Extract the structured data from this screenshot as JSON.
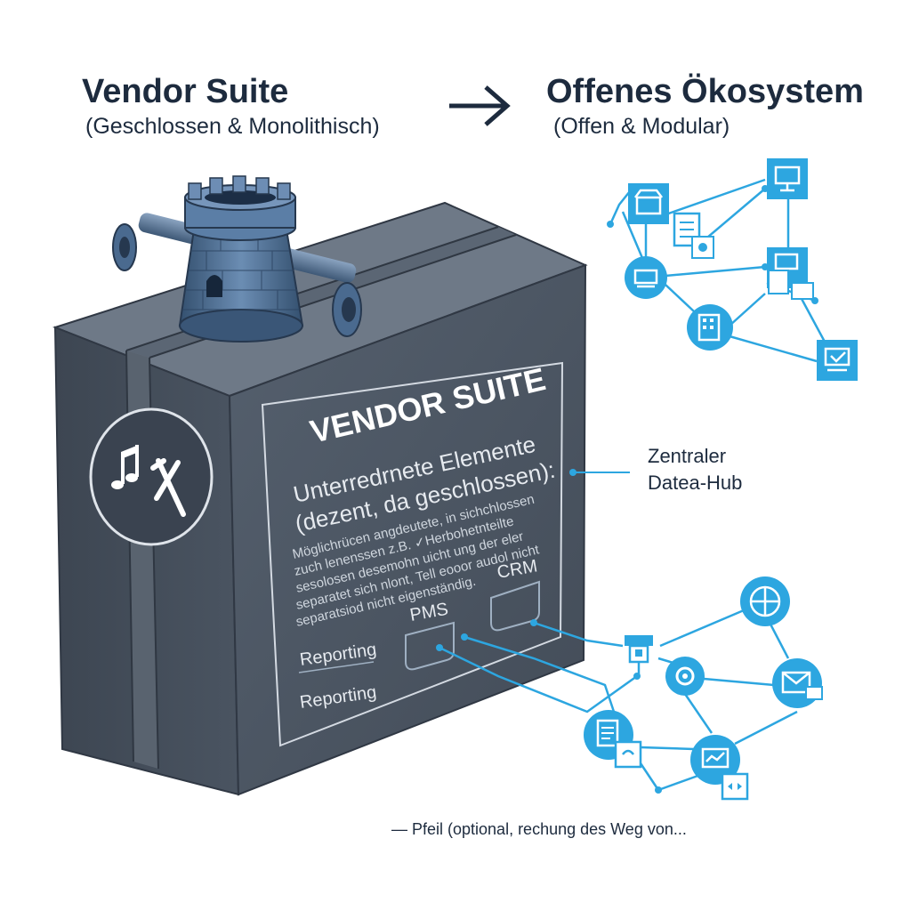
{
  "header": {
    "left_title": "Vendor Suite",
    "left_subtitle": "(Geschlossen & Monolithisch)",
    "right_title": "Offenes Ökosystem",
    "right_subtitle": "(Offen & Modular)"
  },
  "box": {
    "title": "VENDOR SUITE",
    "subtitle_line1": "Unterredrnete Elemente",
    "subtitle_line2": "(dezent, da geschlossen):",
    "desc_lines": [
      "Möglichrücen angdeutete, in sichchlossen",
      "zuch lenenssen z.B. ✓Herbohetnteilte",
      "sesolosen desemohn uicht ung der eler",
      "separatet sich nlont, Tell eooor audol nicht",
      "separatsiod nicht eigenständig."
    ],
    "modules": {
      "crm": "CRM",
      "pms": "PMS",
      "reporting_1": "Reporting",
      "reporting_2": "Reporting"
    }
  },
  "hub_label": {
    "line1": "Zentraler",
    "line2": "Datea-Hub"
  },
  "footnote": "— Pfeil (optional, rechung des Weg von...",
  "colors": {
    "accent_blue": "#2da6e0",
    "box_front": "#4b5563",
    "box_side": "#3a4350",
    "box_top": "#6b7683",
    "text_dark": "#1d2b3e",
    "tower": "#4d6f95"
  },
  "icons": [
    "arrow-right-icon",
    "music-note-icon",
    "tools-icon",
    "tower-icon",
    "storefront-icon",
    "monitor-icon",
    "document-icon",
    "building-icon",
    "server-icon",
    "globe-icon",
    "mail-icon",
    "chart-icon"
  ]
}
